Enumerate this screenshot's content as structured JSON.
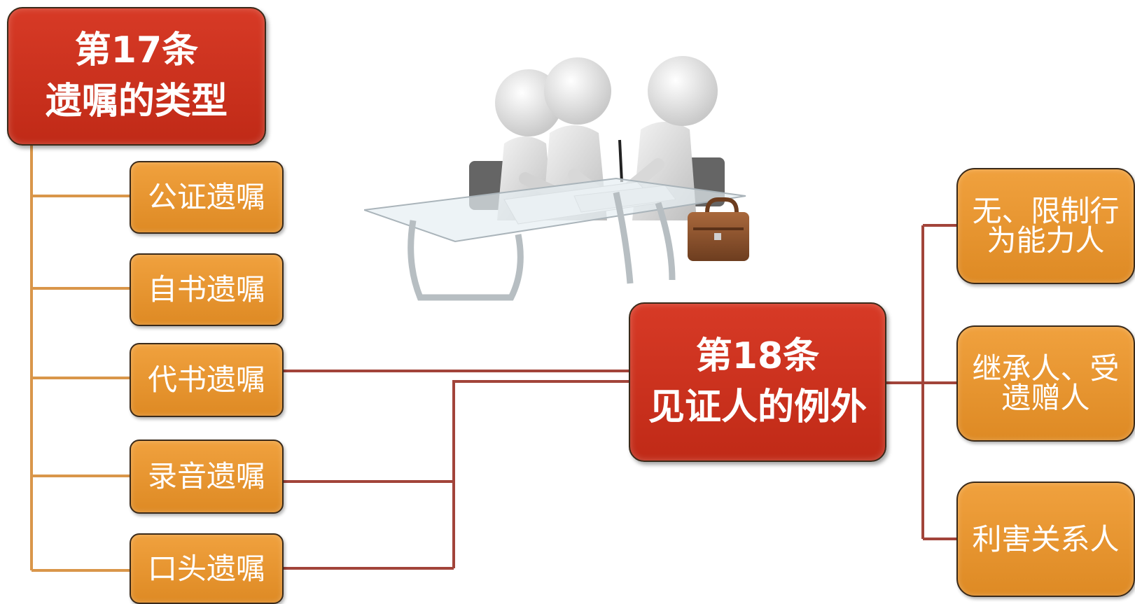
{
  "left": {
    "title_line1": "第17条",
    "title_line2": "遗嘱的类型",
    "items": [
      "公证遗嘱",
      "自书遗嘱",
      "代书遗嘱",
      "录音遗嘱",
      "口头遗嘱"
    ]
  },
  "center": {
    "title_line1": "第18条",
    "title_line2": "见证人的例外"
  },
  "right": {
    "items": [
      "无、限制行\n为能力人",
      "继承人、受\n遗赠人",
      "利害关系人"
    ]
  },
  "colors": {
    "red_box": "#c72d1a",
    "orange_box": "#e7932e",
    "left_connector": "#d9964a",
    "right_connector": "#a2443a"
  },
  "illustration": "three-people-meeting-at-glass-table-illustration"
}
